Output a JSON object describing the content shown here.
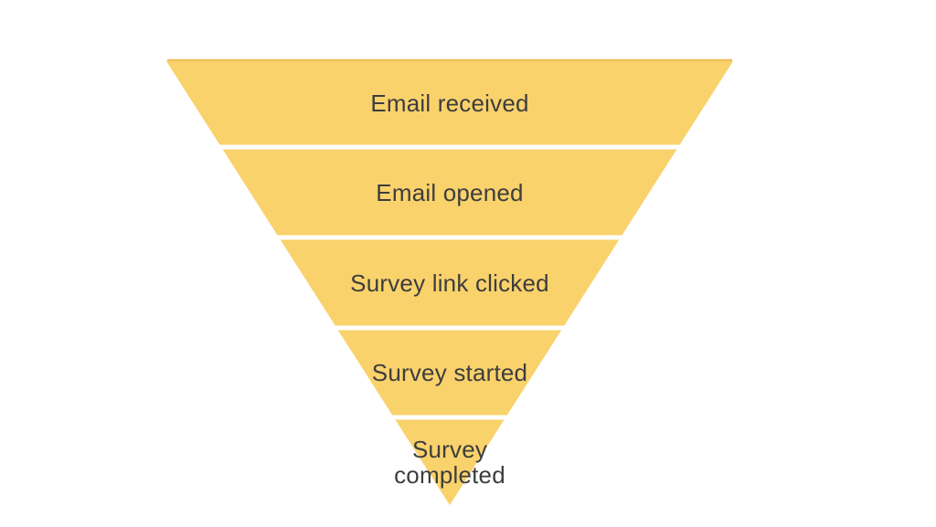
{
  "page": {
    "background_color": "#ffffff"
  },
  "funnel": {
    "type": "funnel",
    "orientation": "inverted-pyramid",
    "segment_color": "#F9D26C",
    "top_edge_color": "#EEC052",
    "divider_color": "#FFFFFF",
    "label_color": "#3D3D3D",
    "stages": [
      {
        "label": "Email received"
      },
      {
        "label": "Email opened"
      },
      {
        "label": "Survey link clicked"
      },
      {
        "label": "Survey started"
      },
      {
        "label": "Survey completed"
      }
    ]
  }
}
